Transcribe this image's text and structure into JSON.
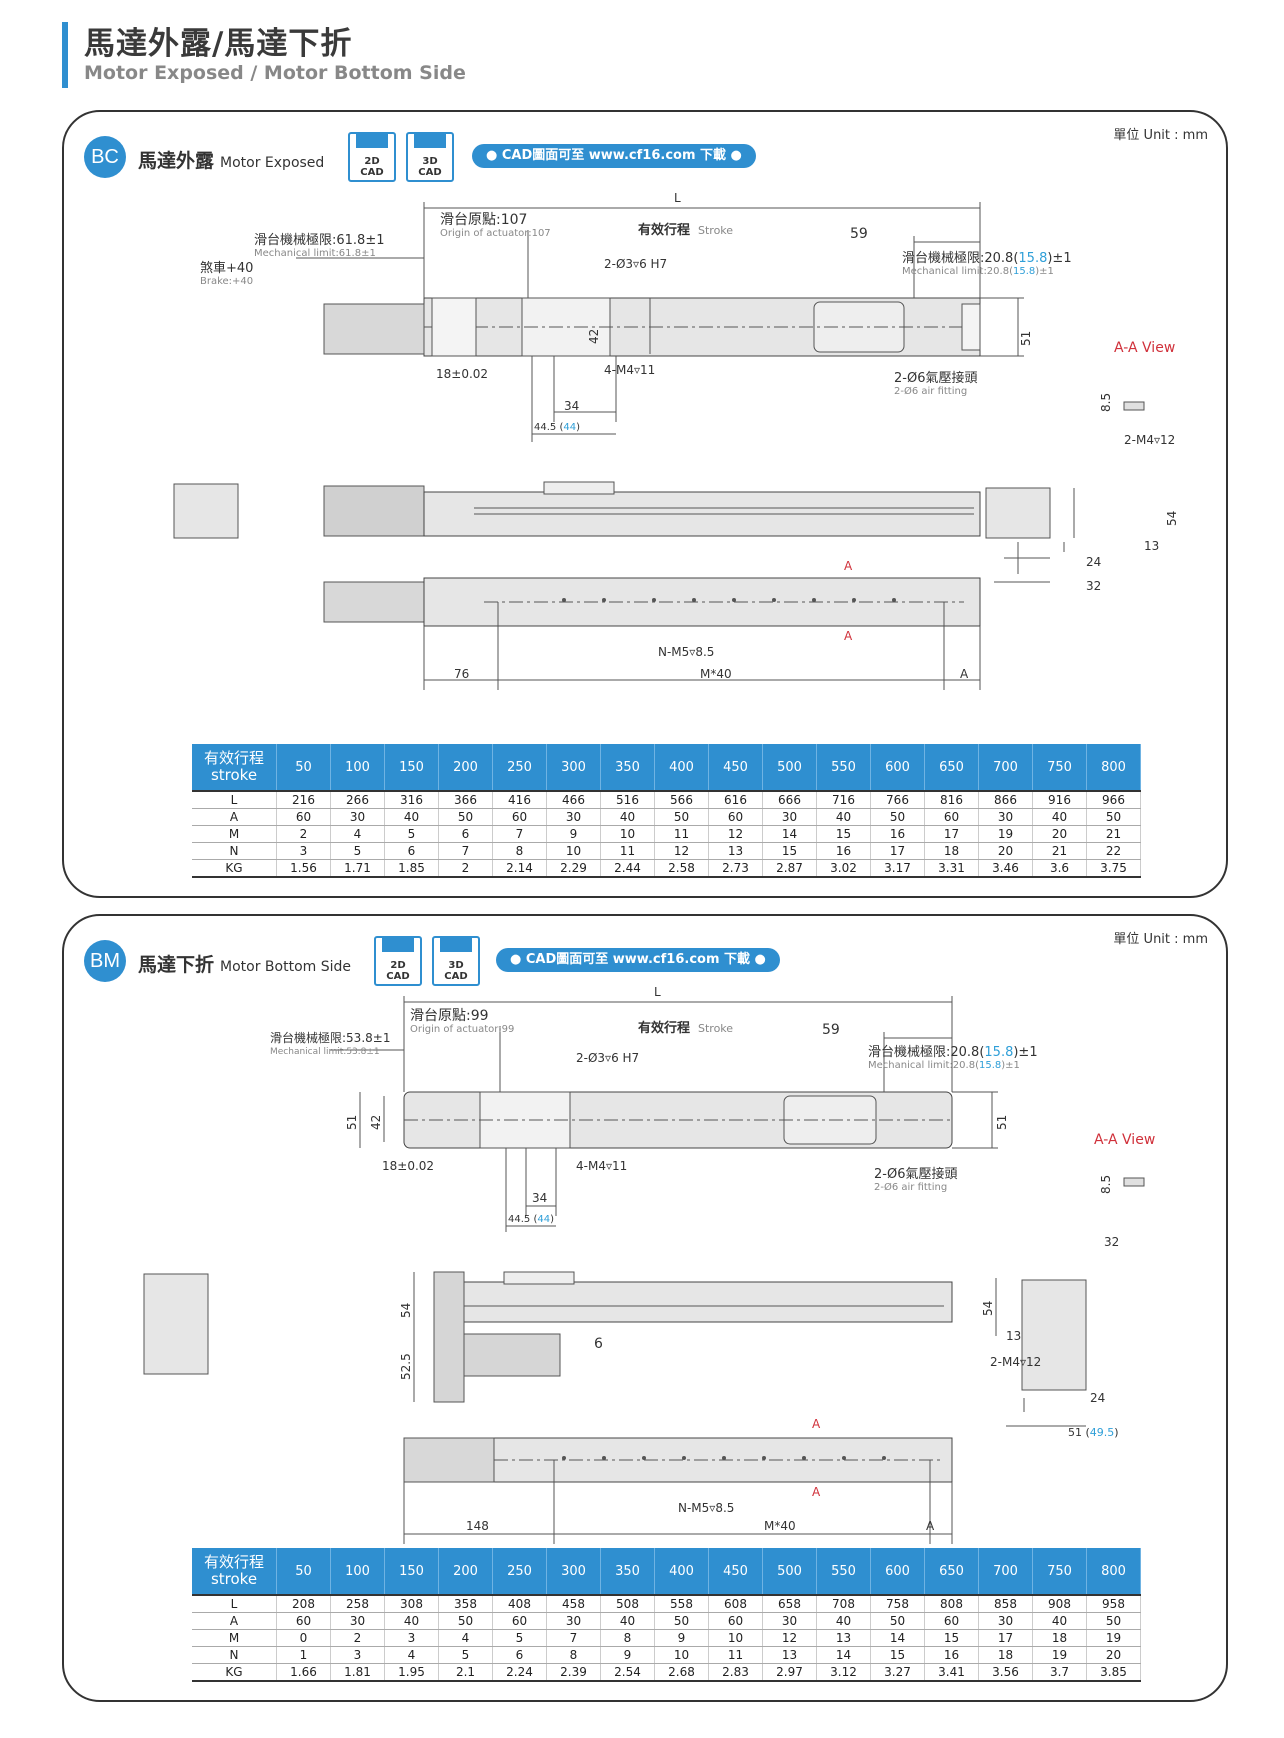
{
  "page": {
    "title": "馬達外露/馬達下折",
    "subtitle": "Motor Exposed / Motor Bottom Side"
  },
  "sections": [
    {
      "badge": "BC",
      "title_zh": "馬達外露",
      "title_en": "Motor Exposed",
      "unit": "單位 Unit : mm",
      "cad2d": [
        "2D",
        "CAD"
      ],
      "cad3d": [
        "3D",
        "CAD"
      ],
      "download": "● CAD圖面可至 www.cf16.com 下載 ●",
      "labels": {
        "L": "L",
        "origin": "滑台原點:107",
        "origin_en": "Origin of actuator:107",
        "stroke": "有效行程",
        "stroke_en": "Stroke",
        "dim59": "59",
        "mech_left": "滑台機械極限:61.8±1",
        "mech_left_en": "Mechanical limit:61.8±1",
        "brake": "煞車+40",
        "brake_en": "Brake:+40",
        "mech_right": "滑台機械極限:20.8(",
        "mech_right_blue": "15.8",
        "mech_right_tail": ")±1",
        "mech_right_en": "Mechanical limit:20.8(",
        "mech_right_en_tail": ")±1",
        "pin": "2-Ø3▿6 H7",
        "dim42": "42",
        "dim51": "51",
        "tol": "18±0.02",
        "m4": "4-M4▿11",
        "dim34": "34",
        "dim445": "44.5 (",
        "dim44": "44",
        "air": "2-Ø6氣壓接頭",
        "air_en": "2-Ø6 air fitting",
        "aaview": "A-A View",
        "dim85": "8.5",
        "m4b": "2-M4▿12",
        "dim54": "54",
        "dim13": "13",
        "dim24": "24",
        "dim32": "32",
        "A": "A",
        "n": "N-M5▿8.5",
        "dim76": "76",
        "m40": "M*40"
      },
      "table": {
        "header": [
          "有效行程",
          "stroke"
        ],
        "strokes": [
          "50",
          "100",
          "150",
          "200",
          "250",
          "300",
          "350",
          "400",
          "450",
          "500",
          "550",
          "600",
          "650",
          "700",
          "750",
          "800"
        ],
        "rows": [
          {
            "name": "L",
            "values": [
              "216",
              "266",
              "316",
              "366",
              "416",
              "466",
              "516",
              "566",
              "616",
              "666",
              "716",
              "766",
              "816",
              "866",
              "916",
              "966"
            ]
          },
          {
            "name": "A",
            "values": [
              "60",
              "30",
              "40",
              "50",
              "60",
              "30",
              "40",
              "50",
              "60",
              "30",
              "40",
              "50",
              "60",
              "30",
              "40",
              "50"
            ]
          },
          {
            "name": "M",
            "values": [
              "2",
              "4",
              "5",
              "6",
              "7",
              "9",
              "10",
              "11",
              "12",
              "14",
              "15",
              "16",
              "17",
              "19",
              "20",
              "21"
            ]
          },
          {
            "name": "N",
            "values": [
              "3",
              "5",
              "6",
              "7",
              "8",
              "10",
              "11",
              "12",
              "13",
              "15",
              "16",
              "17",
              "18",
              "20",
              "21",
              "22"
            ]
          },
          {
            "name": "KG",
            "values": [
              "1.56",
              "1.71",
              "1.85",
              "2",
              "2.14",
              "2.29",
              "2.44",
              "2.58",
              "2.73",
              "2.87",
              "3.02",
              "3.17",
              "3.31",
              "3.46",
              "3.6",
              "3.75"
            ]
          }
        ]
      }
    },
    {
      "badge": "BM",
      "title_zh": "馬達下折",
      "title_en": "Motor Bottom Side",
      "unit": "單位 Unit : mm",
      "cad2d": [
        "2D",
        "CAD"
      ],
      "cad3d": [
        "3D",
        "CAD"
      ],
      "download": "● CAD圖面可至 www.cf16.com 下載 ●",
      "labels": {
        "L": "L",
        "origin": "滑台原點:99",
        "origin_en": "Origin of actuator:99",
        "stroke": "有效行程",
        "stroke_en": "Stroke",
        "dim59": "59",
        "mech_left": "滑台機械極限:53.8±1",
        "mech_left_en": "Mechanical limit:53.8±1",
        "mech_right": "滑台機械極限:20.8(",
        "mech_right_blue": "15.8",
        "mech_right_tail": ")±1",
        "mech_right_en": "Mechanical limit:20.8(",
        "mech_right_en_tail": ")±1",
        "pin": "2-Ø3▿6 H7",
        "dim51": "51",
        "dim42": "42",
        "tol": "18±0.02",
        "m4": "4-M4▿11",
        "dim34": "34",
        "dim445": "44.5 (",
        "dim44": "44",
        "air": "2-Ø6氣壓接頭",
        "air_en": "2-Ø6 air fitting",
        "aaview": "A-A View",
        "dim85": "8.5",
        "dim32": "32",
        "dim54": "54",
        "dim525": "52.5",
        "dim6": "6",
        "dim13": "13",
        "m4b": "2-M4▿12",
        "dim24": "24",
        "dim51b": "51 (",
        "dim495": "49.5",
        "A": "A",
        "n": "N-M5▿8.5",
        "dim148": "148",
        "m40": "M*40"
      },
      "table": {
        "header": [
          "有效行程",
          "stroke"
        ],
        "strokes": [
          "50",
          "100",
          "150",
          "200",
          "250",
          "300",
          "350",
          "400",
          "450",
          "500",
          "550",
          "600",
          "650",
          "700",
          "750",
          "800"
        ],
        "rows": [
          {
            "name": "L",
            "values": [
              "208",
              "258",
              "308",
              "358",
              "408",
              "458",
              "508",
              "558",
              "608",
              "658",
              "708",
              "758",
              "808",
              "858",
              "908",
              "958"
            ]
          },
          {
            "name": "A",
            "values": [
              "60",
              "30",
              "40",
              "50",
              "60",
              "30",
              "40",
              "50",
              "60",
              "30",
              "40",
              "50",
              "60",
              "30",
              "40",
              "50"
            ]
          },
          {
            "name": "M",
            "values": [
              "0",
              "2",
              "3",
              "4",
              "5",
              "7",
              "8",
              "9",
              "10",
              "12",
              "13",
              "14",
              "15",
              "17",
              "18",
              "19"
            ]
          },
          {
            "name": "N",
            "values": [
              "1",
              "3",
              "4",
              "5",
              "6",
              "8",
              "9",
              "10",
              "11",
              "13",
              "14",
              "15",
              "16",
              "18",
              "19",
              "20"
            ]
          },
          {
            "name": "KG",
            "values": [
              "1.66",
              "1.81",
              "1.95",
              "2.1",
              "2.24",
              "2.39",
              "2.54",
              "2.68",
              "2.83",
              "2.97",
              "3.12",
              "3.27",
              "3.41",
              "3.56",
              "3.7",
              "3.85"
            ]
          }
        ]
      }
    }
  ],
  "colors": {
    "accent": "#2f8fd0",
    "red": "#d0303a",
    "blue_note": "#2f9fd8"
  }
}
